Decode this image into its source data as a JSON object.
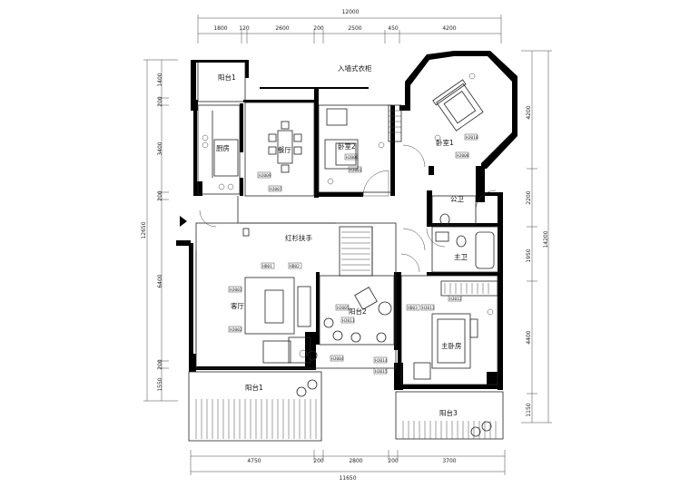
{
  "dimensions": {
    "top_total": "12000",
    "top_segments": [
      "1800",
      "120",
      "2600",
      "200",
      "2500",
      "450",
      "4200"
    ],
    "bottom_total": "11650",
    "bottom_segments": [
      "4750",
      "200",
      "2800",
      "200",
      "3700"
    ],
    "left_total": "12650",
    "left_segments": [
      "1400",
      "200",
      "3400",
      "200",
      "6400",
      "200",
      "1550"
    ],
    "right_total": "14200",
    "right_segments": [
      "4200",
      "2200",
      "1950",
      "4400",
      "1150"
    ]
  },
  "rooms": {
    "balcony1_top": "阳台1",
    "kitchen": "厨房",
    "dining": "餐厅",
    "bedroom2": "卧室2",
    "bedroom1": "卧室1",
    "walkin_closet": "入墙式衣柜",
    "public_bath": "公卫",
    "master_bath": "主卫",
    "stairs": "红杉扶手",
    "living": "客厅",
    "balcony2": "阳台2",
    "master_bed": "主卧房",
    "balcony1_bottom": "阳台1",
    "balcony3": "阳台3"
  },
  "tags": [
    "HJ009",
    "HJ007",
    "HJ006",
    "HJ001",
    "HJ010",
    "HJ008",
    "HD01",
    "HD02",
    "HJ003",
    "HJ002",
    "HJ004",
    "HJ005",
    "HJ011",
    "HD03",
    "HJ012",
    "HJ013",
    "HJ014",
    "HJ015"
  ]
}
